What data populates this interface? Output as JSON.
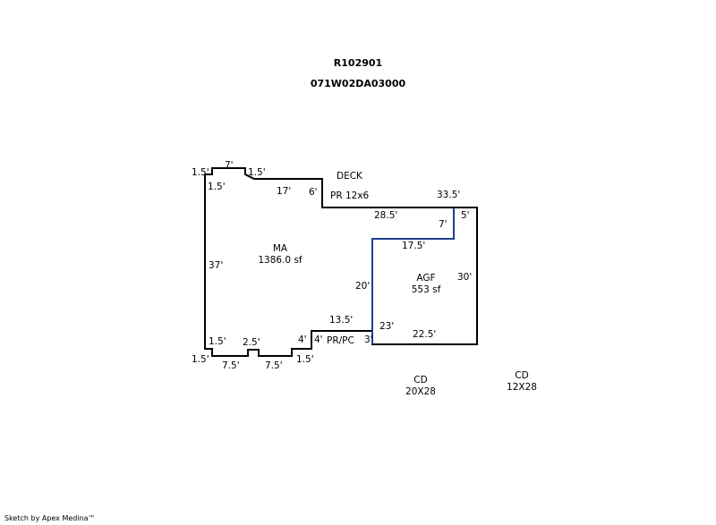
{
  "header": {
    "parcel_id": "R102901",
    "map_number": "071W02DA03000"
  },
  "labels": {
    "deck": "DECK",
    "porch_top": "PR 12x6",
    "porch_bottom": "PR/PC",
    "cd1_name": "CD",
    "cd1_size": "20X28",
    "cd2_name": "CD",
    "cd2_size": "12X28"
  },
  "areas": {
    "ma_name": "MA",
    "ma_sf": "1386.0 sf",
    "agf_name": "AGF",
    "agf_sf": "553 sf"
  },
  "dimensions": {
    "d_1_5a": "1.5'",
    "d_7a": "7'",
    "d_1_5b": "1.5'",
    "d_1_5c": "1.5'",
    "d_17": "17'",
    "d_6": "6'",
    "d_33_5": "33.5'",
    "d_28_5": "28.5'",
    "d_5": "5'",
    "d_7b": "7'",
    "d_17_5": "17.5'",
    "d_37": "37'",
    "d_20": "20'",
    "d_30": "30'",
    "d_13_5": "13.5'",
    "d_23": "23'",
    "d_1_5d": "1.5'",
    "d_2_5": "2.5'",
    "d_4a": "4'",
    "d_4b": "4'",
    "d_3": "3'",
    "d_22_5": "22.5'",
    "d_1_5e": "1.5'",
    "d_7_5a": "7.5'",
    "d_7_5b": "7.5'",
    "d_1_5f": "1.5'"
  },
  "footer": {
    "credit": "Sketch by Apex Medina™"
  },
  "colors": {
    "outline": "#000000",
    "agf_outline": "#1f3f8f"
  }
}
